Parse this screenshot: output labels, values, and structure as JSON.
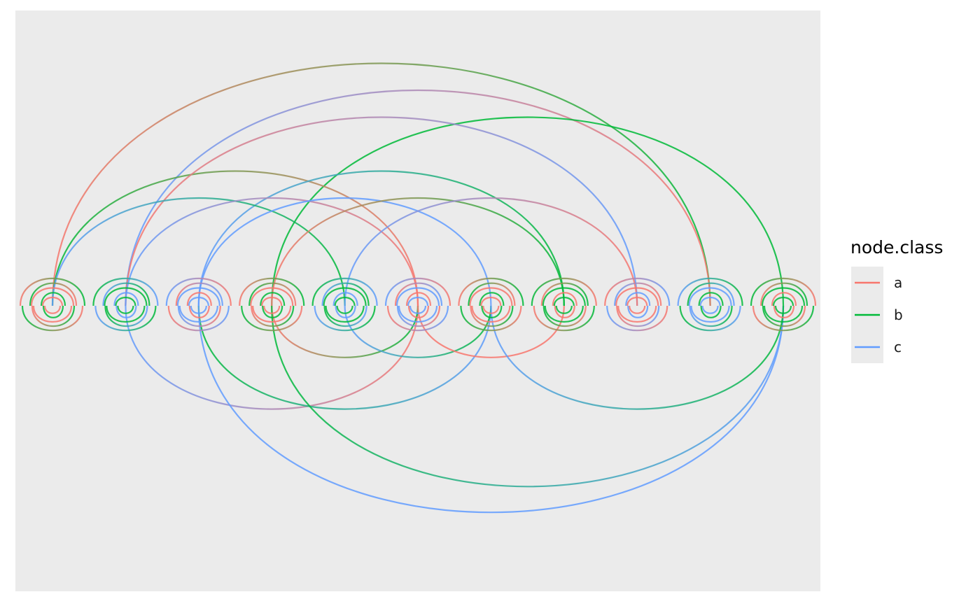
{
  "legend": {
    "title": "node.class",
    "items": [
      {
        "key": "a",
        "label": "a",
        "color": "#F8766D"
      },
      {
        "key": "b",
        "label": "b",
        "color": "#00BA38"
      },
      {
        "key": "c",
        "label": "c",
        "color": "#619CFF"
      }
    ]
  },
  "chart_data": {
    "type": "arc diagram",
    "panel_background": "#EBEBEB",
    "grid": false,
    "legend_position": "right",
    "node_count": 11,
    "node_classes": [
      "a",
      "b",
      "c",
      "a",
      "b",
      "c",
      "a",
      "b",
      "a",
      "c",
      "b"
    ],
    "edges": [
      {
        "from": 1,
        "to": 10,
        "colors": [
          "a",
          "b"
        ],
        "side": "above"
      },
      {
        "from": 2,
        "to": 10,
        "colors": [
          "c",
          "a"
        ],
        "side": "above"
      },
      {
        "from": 4,
        "to": 11,
        "colors": [
          "b",
          "b"
        ],
        "side": "above"
      },
      {
        "from": 1,
        "to": 6,
        "colors": [
          "b",
          "a"
        ],
        "side": "above"
      },
      {
        "from": 2,
        "to": 9,
        "colors": [
          "a",
          "c"
        ],
        "side": "above"
      },
      {
        "from": 3,
        "to": 8,
        "colors": [
          "c",
          "b"
        ],
        "side": "above"
      },
      {
        "from": 1,
        "to": 5,
        "colors": [
          "c",
          "b"
        ],
        "side": "above"
      },
      {
        "from": 2,
        "to": 6,
        "colors": [
          "c",
          "a"
        ],
        "side": "above"
      },
      {
        "from": 3,
        "to": 7,
        "colors": [
          "c",
          "c"
        ],
        "side": "above"
      },
      {
        "from": 4,
        "to": 8,
        "colors": [
          "a",
          "b"
        ],
        "side": "above"
      },
      {
        "from": 5,
        "to": 9,
        "colors": [
          "c",
          "a"
        ],
        "side": "above"
      },
      {
        "from": 2,
        "to": 6,
        "colors": [
          "c",
          "a"
        ],
        "side": "below"
      },
      {
        "from": 3,
        "to": 7,
        "colors": [
          "b",
          "c"
        ],
        "side": "below"
      },
      {
        "from": 4,
        "to": 6,
        "colors": [
          "a",
          "b"
        ],
        "side": "below"
      },
      {
        "from": 5,
        "to": 7,
        "colors": [
          "c",
          "b"
        ],
        "side": "below"
      },
      {
        "from": 6,
        "to": 8,
        "colors": [
          "a",
          "a"
        ],
        "side": "below"
      },
      {
        "from": 3,
        "to": 11,
        "colors": [
          "c",
          "c"
        ],
        "side": "below"
      },
      {
        "from": 4,
        "to": 11,
        "colors": [
          "b",
          "c"
        ],
        "side": "below"
      },
      {
        "from": 7,
        "to": 11,
        "colors": [
          "c",
          "b"
        ],
        "side": "below"
      }
    ]
  }
}
